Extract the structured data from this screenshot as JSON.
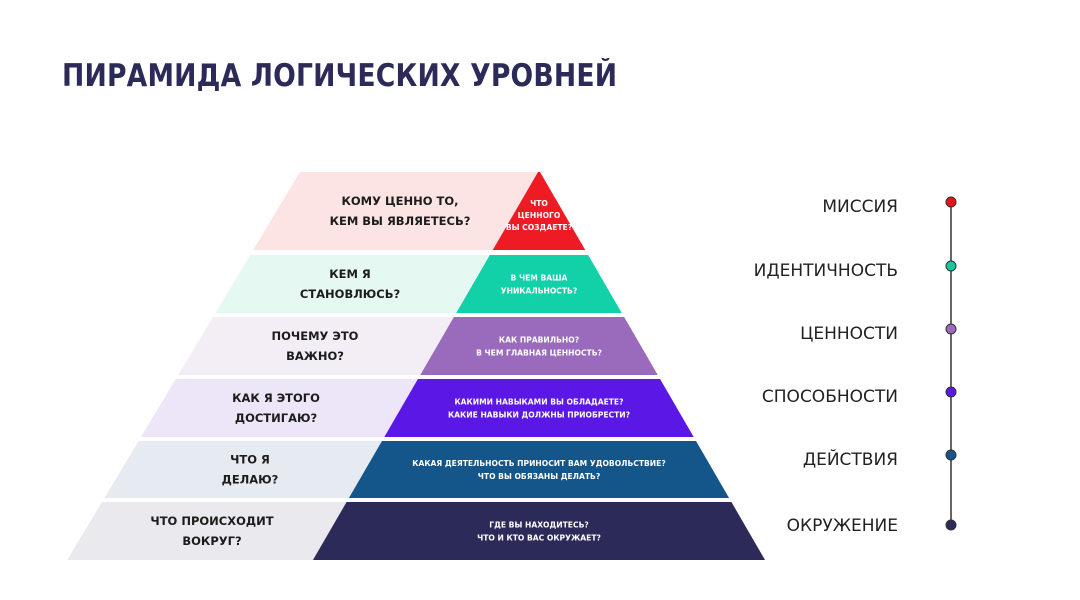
{
  "title": "ПИРАМИДА ЛОГИЧЕСКИХ УРОВНЕЙ",
  "levels": [
    {
      "name": "МИССИЯ",
      "question": [
        "КОМУ ЦЕННО ТО,",
        "КЕМ ВЫ ЯВЛЯЕТЕСЬ?"
      ],
      "answer": [
        "ЧТО",
        "ЦЕННОГО",
        "ВЫ СОЗДАЕТЕ?"
      ],
      "light": "#fde4e4",
      "color": "#ee1b24",
      "dot": "#e5131c"
    },
    {
      "name": "ИДЕНТИЧНОСТЬ",
      "question": [
        "КЕМ Я",
        "СТАНОВЛЮСЬ?"
      ],
      "answer": [
        "В ЧЕМ ВАША",
        "УНИКАЛЬНОСТЬ?"
      ],
      "light": "#e5f8f2",
      "color": "#12d0a7",
      "dot": "#13c7a0"
    },
    {
      "name": "ЦЕННОСТИ",
      "question": [
        "ПОЧЕМУ ЭТО",
        "ВАЖНО?"
      ],
      "answer": [
        "КАК ПРАВИЛЬНО?",
        "В ЧЕМ ГЛАВНАЯ ЦЕННОСТЬ?"
      ],
      "light": "#f3eef6",
      "color": "#9a6bbd",
      "dot": "#9a6bbd"
    },
    {
      "name": "СПОСОБНОСТИ",
      "question": [
        "КАК Я ЭТОГО",
        "ДОСТИГАЮ?"
      ],
      "answer": [
        "КАКИМИ НАВЫКАМИ ВЫ ОБЛАДАЕТЕ?",
        "КАКИЕ НАВЫКИ ДОЛЖНЫ ПРИОБРЕСТИ?"
      ],
      "light": "#ece6f8",
      "color": "#5a17e6",
      "dot": "#5a17e6"
    },
    {
      "name": "ДЕЙСТВИЯ",
      "question": [
        "ЧТО Я",
        "ДЕЛАЮ?"
      ],
      "answer": [
        "КАКАЯ ДЕЯТЕЛЬНОСТЬ ПРИНОСИТ ВАМ УДОВОЛЬСТВИЕ?",
        "ЧТО ВЫ ОБЯЗАНЫ ДЕЛАТЬ?"
      ],
      "light": "#e6ebf2",
      "color": "#14558a",
      "dot": "#14558a"
    },
    {
      "name": "ОКРУЖЕНИЕ",
      "question": [
        "ЧТО ПРОИСХОДИТ",
        "ВОКРУГ?"
      ],
      "answer": [
        "ГДЕ ВЫ НАХОДИТЕСЬ?",
        "ЧТО И КТО ВАС ОКРУЖАЕТ?"
      ],
      "light": "#e9e9ee",
      "color": "#2b2a58",
      "dot": "#2b2a58"
    }
  ]
}
